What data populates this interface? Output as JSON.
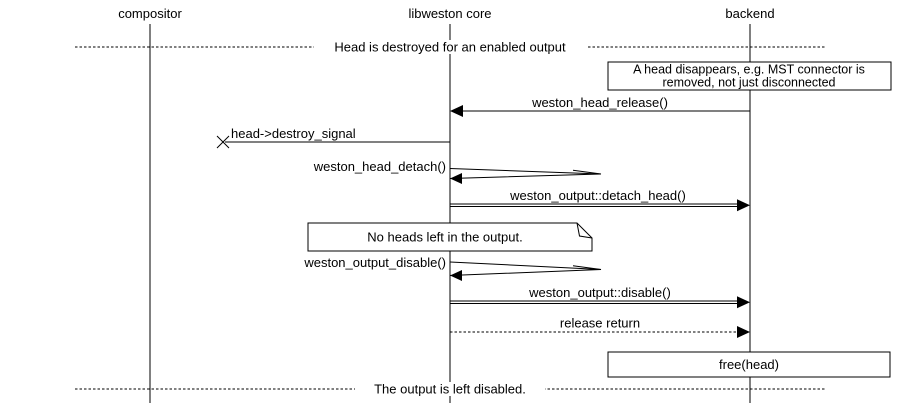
{
  "diagram": {
    "type": "sequence-diagram",
    "participants": [
      {
        "label": "compositor"
      },
      {
        "label": "libweston core"
      },
      {
        "label": "backend"
      }
    ],
    "dividers": [
      {
        "label": "Head is destroyed for an enabled output"
      },
      {
        "label": "The output is left disabled."
      }
    ],
    "notes": [
      {
        "line1": "A head disappears, e.g. MST connector is",
        "line2": "removed, not just disconnected"
      },
      {
        "text": "No heads left in the output."
      }
    ],
    "messages": [
      {
        "label": "weston_head_release()",
        "from": "backend",
        "to": "libweston core",
        "style": "solid-filled-arrow"
      },
      {
        "label": "head->destroy_signal",
        "from": "libweston core",
        "to": "lost",
        "style": "lost-message-x"
      },
      {
        "label": "weston_head_detach()",
        "from": "libweston core",
        "to": "libweston core",
        "style": "self-call"
      },
      {
        "label": "weston_output::detach_head()",
        "from": "libweston core",
        "to": "backend",
        "style": "double-line-call"
      },
      {
        "label": "weston_output_disable()",
        "from": "libweston core",
        "to": "libweston core",
        "style": "self-call"
      },
      {
        "label": "weston_output::disable()",
        "from": "libweston core",
        "to": "backend",
        "style": "double-line-call"
      },
      {
        "label": "release return",
        "from": "libweston core",
        "to": "backend",
        "style": "dotted-return"
      }
    ],
    "action": {
      "label": "free(head)"
    },
    "colors": {
      "line": "#000000",
      "background": "#ffffff",
      "text": "#000000"
    }
  }
}
